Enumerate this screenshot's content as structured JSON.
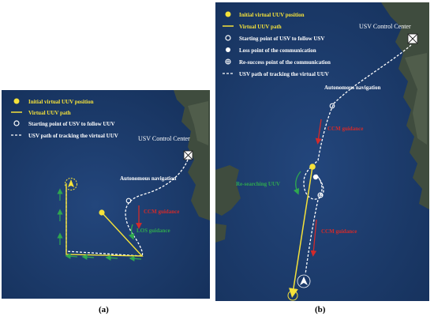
{
  "panel_a": {
    "legend": [
      {
        "label": "Initial virtual UUV position",
        "icon": "filled-yellow-circle-icon",
        "color": "#f5e23a"
      },
      {
        "label": "Virtual UUV path",
        "icon": "yellow-line-icon",
        "color": "#f5e23a"
      },
      {
        "label": "Starting point of USV to follow UUV",
        "icon": "hollow-white-circle-icon",
        "color": "#ffffff"
      },
      {
        "label": "USV path of tracking the virtual UUV",
        "icon": "white-dashed-line-icon",
        "color": "#ffffff"
      }
    ],
    "control_center_label": "USV Control Center",
    "autonomous_label": "Autonomous navigation",
    "ccm_label": "CCM guidance",
    "los_label": "LOS guidance",
    "caption": "(a)"
  },
  "panel_b": {
    "legend": [
      {
        "label": "Initial virtual UUV position",
        "icon": "filled-yellow-circle-icon",
        "color": "#f5e23a"
      },
      {
        "label": "Virtual UUV path",
        "icon": "yellow-line-icon",
        "color": "#f5e23a"
      },
      {
        "label": "Starting point of USV to follow USV",
        "icon": "hollow-white-circle-icon",
        "color": "#ffffff"
      },
      {
        "label": "Loss point of the communication",
        "icon": "filled-white-circle-icon",
        "color": "#ffffff"
      },
      {
        "label": "Re-success point of the communication",
        "icon": "crossed-circle-icon",
        "color": "#ffffff"
      },
      {
        "label": "USV path of tracking the virtual UUV",
        "icon": "white-dashed-line-icon",
        "color": "#ffffff"
      }
    ],
    "control_center_label": "USV Control Center",
    "autonomous_label": "Autonomous navigation",
    "ccm_label_1": "CCM guidance",
    "ccm_label_2": "CCM guidance",
    "research_label": "Re-searching UUV",
    "caption": "(b)"
  },
  "colors": {
    "sea": "#1c3a6a",
    "land": "#3f4c3e",
    "uuv_yellow": "#f5e23a",
    "ccm_red": "#d32a2a",
    "los_green": "#2fa84f"
  }
}
